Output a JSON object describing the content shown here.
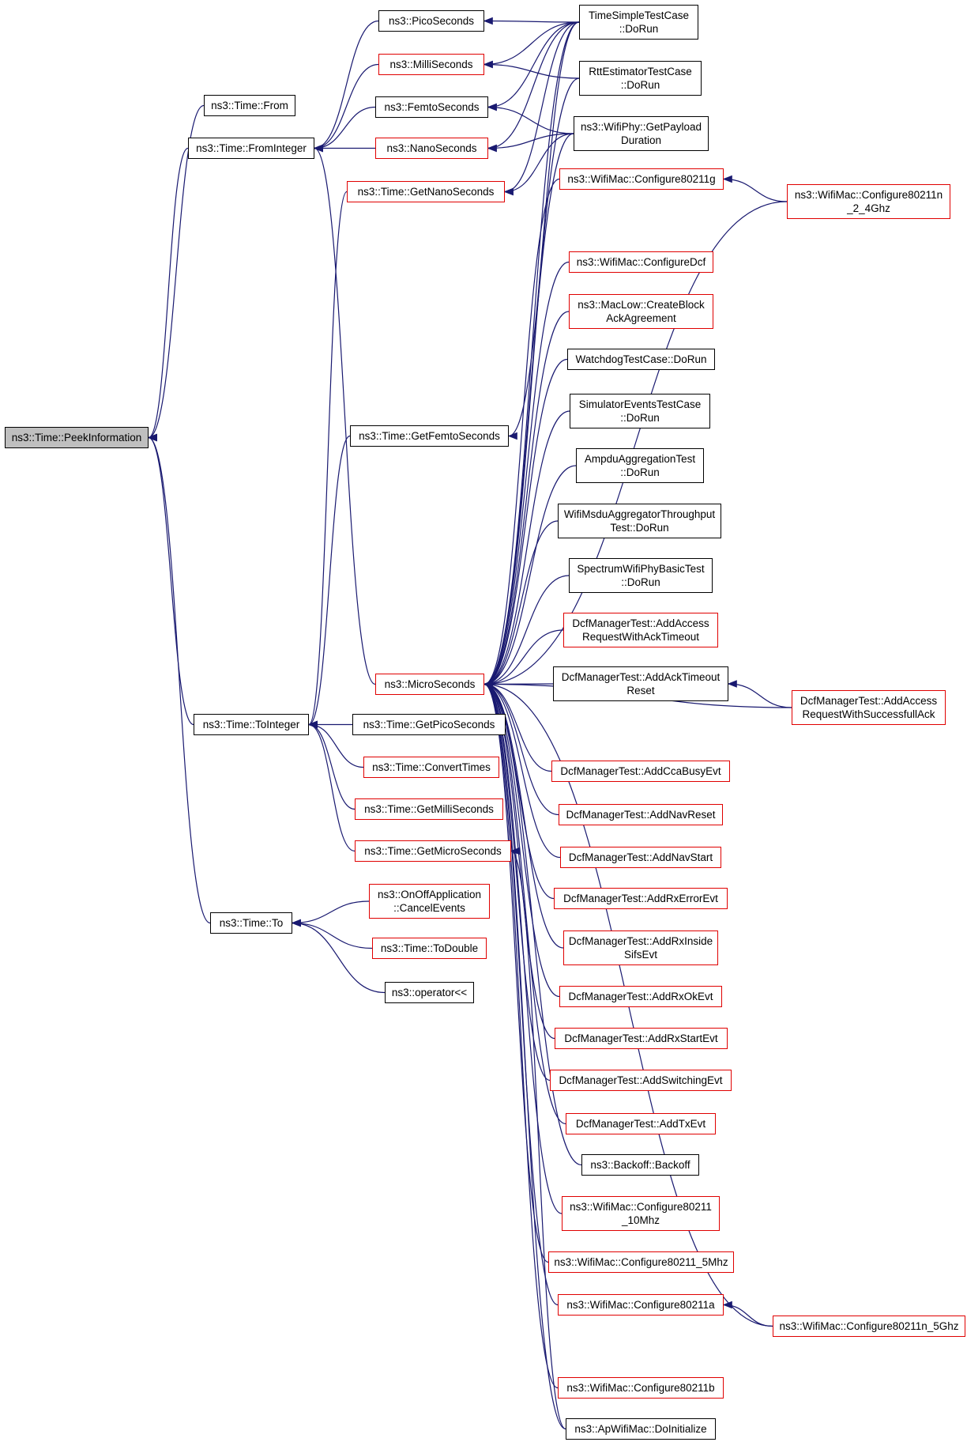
{
  "graph": {
    "colors": {
      "edge": "#191970",
      "red_border": "#e00000",
      "black_border": "#000000",
      "root_fill": "#bfbfbf"
    },
    "nodes": [
      {
        "id": "peek",
        "label": "ns3::Time::PeekInformation",
        "style": "root"
      },
      {
        "id": "from",
        "label": "ns3::Time::From",
        "style": "black"
      },
      {
        "id": "frominteger",
        "label": "ns3::Time::FromInteger",
        "style": "black"
      },
      {
        "id": "tointeger",
        "label": "ns3::Time::ToInteger",
        "style": "black"
      },
      {
        "id": "to",
        "label": "ns3::Time::To",
        "style": "black"
      },
      {
        "id": "pico",
        "label": "ns3::PicoSeconds",
        "style": "black"
      },
      {
        "id": "milli",
        "label": "ns3::MilliSeconds",
        "style": "red"
      },
      {
        "id": "femto",
        "label": "ns3::FemtoSeconds",
        "style": "black"
      },
      {
        "id": "nano",
        "label": "ns3::NanoSeconds",
        "style": "red"
      },
      {
        "id": "getnano",
        "label": "ns3::Time::GetNanoSeconds",
        "style": "red"
      },
      {
        "id": "getfemto",
        "label": "ns3::Time::GetFemtoSeconds",
        "style": "black"
      },
      {
        "id": "micro",
        "label": "ns3::MicroSeconds",
        "style": "red"
      },
      {
        "id": "getpico",
        "label": "ns3::Time::GetPicoSeconds",
        "style": "black"
      },
      {
        "id": "convert",
        "label": "ns3::Time::ConvertTimes",
        "style": "red"
      },
      {
        "id": "getmilli",
        "label": "ns3::Time::GetMilliSeconds",
        "style": "red"
      },
      {
        "id": "getmicro",
        "label": "ns3::Time::GetMicroSeconds",
        "style": "red"
      },
      {
        "id": "onoff",
        "label": "ns3::OnOffApplication\n::CancelEvents",
        "style": "red"
      },
      {
        "id": "todouble",
        "label": "ns3::Time::ToDouble",
        "style": "red"
      },
      {
        "id": "operator",
        "label": "ns3::operator<<",
        "style": "black"
      },
      {
        "id": "timesimple",
        "label": "TimeSimpleTestCase\n::DoRun",
        "style": "black"
      },
      {
        "id": "rtt",
        "label": "RttEstimatorTestCase\n::DoRun",
        "style": "black"
      },
      {
        "id": "wifiphy",
        "label": "ns3::WifiPhy::GetPayload\nDuration",
        "style": "black"
      },
      {
        "id": "cfg11g",
        "label": "ns3::WifiMac::Configure80211g",
        "style": "red"
      },
      {
        "id": "cfg11n24",
        "label": "ns3::WifiMac::Configure80211n\n_2_4Ghz",
        "style": "red"
      },
      {
        "id": "cfgdcf",
        "label": "ns3::WifiMac::ConfigureDcf",
        "style": "red"
      },
      {
        "id": "maclow",
        "label": "ns3::MacLow::CreateBlock\nAckAgreement",
        "style": "red"
      },
      {
        "id": "watchdog",
        "label": "WatchdogTestCase::DoRun",
        "style": "black"
      },
      {
        "id": "simevents",
        "label": "SimulatorEventsTestCase\n::DoRun",
        "style": "black"
      },
      {
        "id": "ampdu",
        "label": "AmpduAggregationTest\n::DoRun",
        "style": "black"
      },
      {
        "id": "msdu",
        "label": "WifiMsduAggregatorThroughput\nTest::DoRun",
        "style": "black"
      },
      {
        "id": "spectrum",
        "label": "SpectrumWifiPhyBasicTest\n::DoRun",
        "style": "black"
      },
      {
        "id": "dcfaccessack",
        "label": "DcfManagerTest::AddAccess\nRequestWithAckTimeout",
        "style": "red"
      },
      {
        "id": "dcfacktimeout",
        "label": "DcfManagerTest::AddAckTimeout\nReset",
        "style": "black"
      },
      {
        "id": "dcfaccesssucc",
        "label": "DcfManagerTest::AddAccess\nRequestWithSuccessfullAck",
        "style": "red"
      },
      {
        "id": "dcfcca",
        "label": "DcfManagerTest::AddCcaBusyEvt",
        "style": "red"
      },
      {
        "id": "dcfnavreset",
        "label": "DcfManagerTest::AddNavReset",
        "style": "red"
      },
      {
        "id": "dcfnavstart",
        "label": "DcfManagerTest::AddNavStart",
        "style": "red"
      },
      {
        "id": "dcfrxerr",
        "label": "DcfManagerTest::AddRxErrorEvt",
        "style": "red"
      },
      {
        "id": "dcfrxinside",
        "label": "DcfManagerTest::AddRxInside\nSifsEvt",
        "style": "red"
      },
      {
        "id": "dcfrxok",
        "label": "DcfManagerTest::AddRxOkEvt",
        "style": "red"
      },
      {
        "id": "dcfrxstart",
        "label": "DcfManagerTest::AddRxStartEvt",
        "style": "red"
      },
      {
        "id": "dcfswitch",
        "label": "DcfManagerTest::AddSwitchingEvt",
        "style": "red"
      },
      {
        "id": "dcftx",
        "label": "DcfManagerTest::AddTxEvt",
        "style": "red"
      },
      {
        "id": "backoff",
        "label": "ns3::Backoff::Backoff",
        "style": "black"
      },
      {
        "id": "cfg10mhz",
        "label": "ns3::WifiMac::Configure80211\n_10Mhz",
        "style": "red"
      },
      {
        "id": "cfg5mhz",
        "label": "ns3::WifiMac::Configure80211_5Mhz",
        "style": "red"
      },
      {
        "id": "cfg11a",
        "label": "ns3::WifiMac::Configure80211a",
        "style": "red"
      },
      {
        "id": "cfg11n5",
        "label": "ns3::WifiMac::Configure80211n_5Ghz",
        "style": "red"
      },
      {
        "id": "cfg11b",
        "label": "ns3::WifiMac::Configure80211b",
        "style": "red"
      },
      {
        "id": "apwifi",
        "label": "ns3::ApWifiMac::DoInitialize",
        "style": "black"
      }
    ],
    "edges": [
      {
        "from": "from",
        "to": "peek"
      },
      {
        "from": "frominteger",
        "to": "peek"
      },
      {
        "from": "tointeger",
        "to": "peek"
      },
      {
        "from": "to",
        "to": "peek"
      },
      {
        "from": "pico",
        "to": "frominteger"
      },
      {
        "from": "milli",
        "to": "frominteger"
      },
      {
        "from": "femto",
        "to": "frominteger"
      },
      {
        "from": "nano",
        "to": "frominteger"
      },
      {
        "from": "micro",
        "to": "frominteger"
      },
      {
        "from": "getnano",
        "to": "tointeger"
      },
      {
        "from": "getfemto",
        "to": "tointeger"
      },
      {
        "from": "getpico",
        "to": "tointeger"
      },
      {
        "from": "convert",
        "to": "tointeger"
      },
      {
        "from": "getmilli",
        "to": "tointeger"
      },
      {
        "from": "getmicro",
        "to": "tointeger"
      },
      {
        "from": "onoff",
        "to": "to"
      },
      {
        "from": "todouble",
        "to": "to"
      },
      {
        "from": "operator",
        "to": "to"
      },
      {
        "from": "timesimple",
        "to": "pico"
      },
      {
        "from": "timesimple",
        "to": "milli"
      },
      {
        "from": "timesimple",
        "to": "femto"
      },
      {
        "from": "timesimple",
        "to": "nano"
      },
      {
        "from": "timesimple",
        "to": "micro"
      },
      {
        "from": "rtt",
        "to": "milli"
      },
      {
        "from": "rtt",
        "to": "micro"
      },
      {
        "from": "wifiphy",
        "to": "femto"
      },
      {
        "from": "wifiphy",
        "to": "nano"
      },
      {
        "from": "wifiphy",
        "to": "getnano"
      },
      {
        "from": "wifiphy",
        "to": "micro"
      },
      {
        "from": "timesimple",
        "to": "getnano"
      },
      {
        "from": "timesimple",
        "to": "getfemto"
      },
      {
        "from": "cfg11n24",
        "to": "cfg11g"
      },
      {
        "from": "cfg11g",
        "to": "micro"
      },
      {
        "from": "cfg11n24",
        "to": "micro"
      },
      {
        "from": "cfgdcf",
        "to": "micro"
      },
      {
        "from": "maclow",
        "to": "micro"
      },
      {
        "from": "watchdog",
        "to": "micro"
      },
      {
        "from": "simevents",
        "to": "micro"
      },
      {
        "from": "ampdu",
        "to": "micro"
      },
      {
        "from": "msdu",
        "to": "micro"
      },
      {
        "from": "spectrum",
        "to": "micro"
      },
      {
        "from": "dcfaccessack",
        "to": "micro"
      },
      {
        "from": "dcfacktimeout",
        "to": "micro"
      },
      {
        "from": "dcfaccesssucc",
        "to": "dcfacktimeout"
      },
      {
        "from": "dcfaccesssucc",
        "to": "micro"
      },
      {
        "from": "dcfcca",
        "to": "micro"
      },
      {
        "from": "dcfnavreset",
        "to": "micro"
      },
      {
        "from": "dcfnavstart",
        "to": "micro"
      },
      {
        "from": "dcfrxerr",
        "to": "micro"
      },
      {
        "from": "dcfrxinside",
        "to": "micro"
      },
      {
        "from": "dcfrxok",
        "to": "micro"
      },
      {
        "from": "dcfrxstart",
        "to": "micro"
      },
      {
        "from": "dcfswitch",
        "to": "micro"
      },
      {
        "from": "dcftx",
        "to": "micro"
      },
      {
        "from": "backoff",
        "to": "micro"
      },
      {
        "from": "cfg10mhz",
        "to": "micro"
      },
      {
        "from": "cfg5mhz",
        "to": "micro"
      },
      {
        "from": "cfg11a",
        "to": "micro"
      },
      {
        "from": "cfg11n5",
        "to": "cfg11a"
      },
      {
        "from": "cfg11n5",
        "to": "micro"
      },
      {
        "from": "cfg11b",
        "to": "micro"
      },
      {
        "from": "apwifi",
        "to": "micro"
      },
      {
        "from": "apwifi",
        "to": "getmicro"
      }
    ]
  }
}
